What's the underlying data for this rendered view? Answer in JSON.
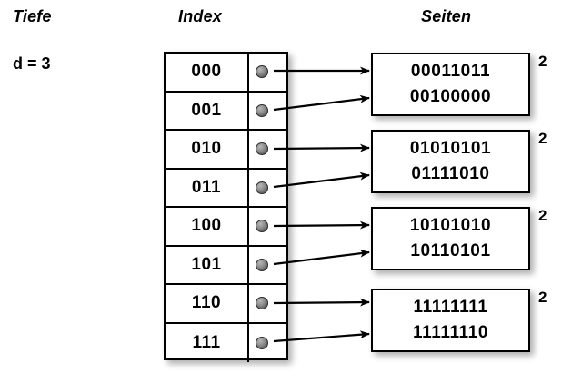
{
  "headings": {
    "depth": "Tiefe",
    "index": "Index",
    "pages": "Seiten"
  },
  "depth": {
    "label": "d = 3"
  },
  "index_table": {
    "rows": [
      {
        "key": "000",
        "pointer": "pointer-dot",
        "target_page": 0
      },
      {
        "key": "001",
        "pointer": "pointer-dot",
        "target_page": 0
      },
      {
        "key": "010",
        "pointer": "pointer-dot",
        "target_page": 1
      },
      {
        "key": "011",
        "pointer": "pointer-dot",
        "target_page": 1
      },
      {
        "key": "100",
        "pointer": "pointer-dot",
        "target_page": 2
      },
      {
        "key": "101",
        "pointer": "pointer-dot",
        "target_page": 2
      },
      {
        "key": "110",
        "pointer": "pointer-dot",
        "target_page": 3
      },
      {
        "key": "111",
        "pointer": "pointer-dot",
        "target_page": 3
      }
    ]
  },
  "pages": [
    {
      "line1": "00011011",
      "line2": "00100000",
      "local_depth": "2"
    },
    {
      "line1": "01010101",
      "line2": "01111010",
      "local_depth": "2"
    },
    {
      "line1": "10101010",
      "line2": "10110101",
      "local_depth": "2"
    },
    {
      "line1": "11111111",
      "line2": "11111110",
      "local_depth": "2"
    }
  ],
  "colors": {
    "background": "#ffffff",
    "stroke": "#000000",
    "dot_highlight": "#b8b8b8",
    "dot_shadow": "#3a3a3a"
  }
}
